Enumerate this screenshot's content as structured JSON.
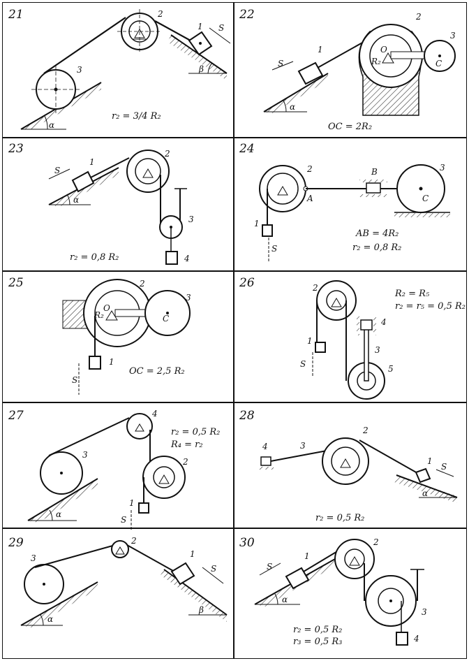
{
  "panels": [
    {
      "number": "21",
      "formulas": [
        "r₂ =  3/4 R₂"
      ],
      "labels": {
        "l1": "1",
        "l2": "2",
        "l3": "3",
        "s": "S",
        "a": "α",
        "b": "β"
      }
    },
    {
      "number": "22",
      "formulas": [
        "OC = 2R₂"
      ],
      "labels": {
        "l1": "1",
        "l2": "2",
        "l3": "3",
        "s": "S",
        "a": "α",
        "o": "O",
        "c": "C",
        "r": "R₂"
      }
    },
    {
      "number": "23",
      "formulas": [
        "r₂ = 0,8 R₂"
      ],
      "labels": {
        "l1": "1",
        "l2": "2",
        "l3": "3",
        "l4": "4",
        "s": "S",
        "a": "α"
      }
    },
    {
      "number": "24",
      "formulas": [
        "AB = 4R₂",
        "r₂ = 0,8 R₂"
      ],
      "labels": {
        "l1": "1",
        "l2": "2",
        "l3": "3",
        "a": "A",
        "b": "B",
        "c": "C",
        "s": "S"
      }
    },
    {
      "number": "25",
      "formulas": [
        "OC = 2,5 R₂"
      ],
      "labels": {
        "l1": "1",
        "l2": "2",
        "l3": "3",
        "o": "O",
        "c": "C",
        "r": "R₂",
        "s": "S"
      }
    },
    {
      "number": "26",
      "formulas": [
        "R₂ = R₅",
        "r₂ = r₅ = 0,5 R₂"
      ],
      "labels": {
        "l1": "1",
        "l2": "2",
        "l3": "3",
        "l4": "4",
        "l5": "5",
        "s": "S"
      }
    },
    {
      "number": "27",
      "formulas": [
        "r₂ = 0,5 R₂",
        "R₄ = r₂"
      ],
      "labels": {
        "l1": "1",
        "l2": "2",
        "l3": "3",
        "l4": "4",
        "s": "S",
        "a": "α"
      }
    },
    {
      "number": "28",
      "formulas": [
        "r₂ = 0,5 R₂"
      ],
      "labels": {
        "l1": "1",
        "l2": "2",
        "l3": "3",
        "l4": "4",
        "s": "S",
        "a": "α"
      }
    },
    {
      "number": "29",
      "formulas": [],
      "labels": {
        "l1": "1",
        "l2": "2",
        "l3": "3",
        "s": "S",
        "a": "α",
        "b": "β"
      }
    },
    {
      "number": "30",
      "formulas": [
        "r₂ = 0,5 R₂",
        "r₃ = 0,5 R₃"
      ],
      "labels": {
        "l1": "1",
        "l2": "2",
        "l3": "3",
        "l4": "4",
        "s": "S",
        "a": "α"
      }
    }
  ]
}
